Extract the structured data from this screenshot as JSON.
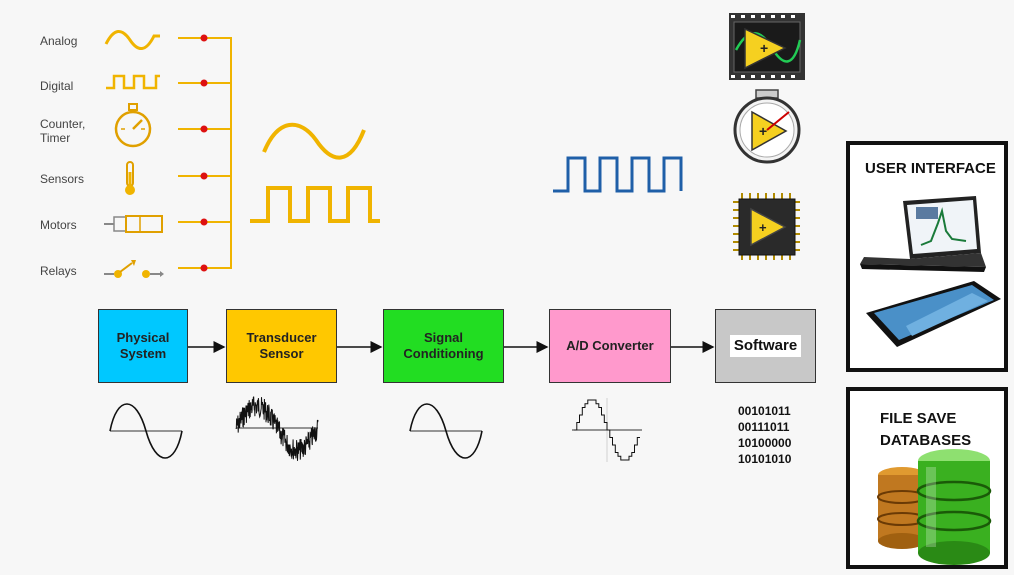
{
  "signal_types": [
    {
      "label": "Analog",
      "icon": "analog-wave-icon"
    },
    {
      "label": "Digital",
      "icon": "digital-pulse-icon"
    },
    {
      "label": "Counter, Timer",
      "icon": "stopwatch-icon"
    },
    {
      "label": "Sensors",
      "icon": "thermometer-icon"
    },
    {
      "label": "Motors",
      "icon": "motor-icon"
    },
    {
      "label": "Relays",
      "icon": "relay-switch-icon"
    }
  ],
  "chain": [
    {
      "label": "Physical System",
      "color": "#00c8ff"
    },
    {
      "label": "Transducer Sensor",
      "color": "#ffc800"
    },
    {
      "label": "Signal Conditioning",
      "color": "#22dd22"
    },
    {
      "label": "A/D Converter",
      "color": "#ff99cc"
    },
    {
      "label": "Software",
      "color": "#c8c8c8"
    }
  ],
  "binary_lines": [
    "00101011",
    "00111011",
    "10100000",
    "10101010"
  ],
  "panels": {
    "ui_title": "USER INTERFACE",
    "db_title_line1": "FILE SAVE",
    "db_title_line2": "DATABASES"
  },
  "colors": {
    "accent_gold": "#f0b400",
    "dot_red": "#dd1111",
    "digital_blue": "#1f5fa8"
  }
}
